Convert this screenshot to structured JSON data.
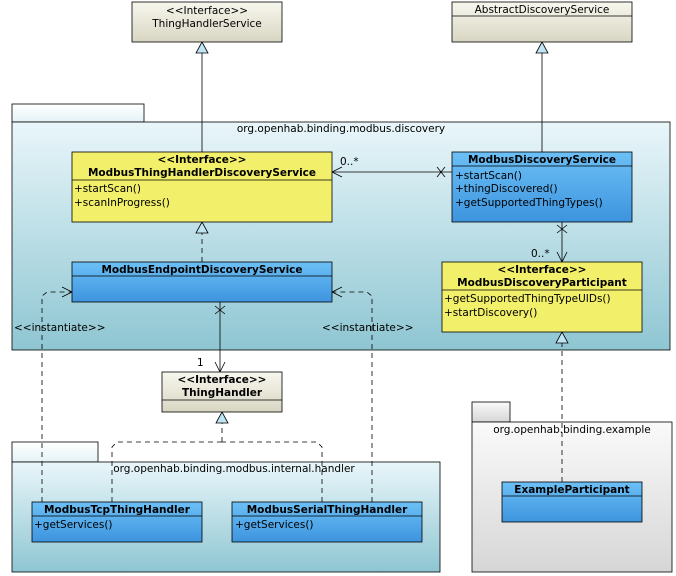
{
  "colors": {
    "yellow": "#f2ef6a",
    "blue": "#4ea8ea",
    "interface_gray": "#ecead8",
    "package_gradient_top": "#e9f6fa",
    "package_gradient_bottom": "#8ec6d2",
    "gray_package_top": "#fafafa",
    "gray_package_bottom": "#d6d6d6",
    "arrow_head_fill": "#bfe5f3"
  },
  "packages": {
    "discovery": {
      "label": "org.openhab.binding.modbus.discovery"
    },
    "handler": {
      "label": "org.openhab.binding.modbus.internal.handler"
    },
    "example": {
      "label": "org.openhab.binding.example"
    }
  },
  "classes": {
    "thing_handler_service": {
      "stereotype": "<<Interface>>",
      "name": "ThingHandlerService",
      "methods": []
    },
    "abstract_discovery_service": {
      "stereotype": "",
      "name": "AbstractDiscoveryService",
      "methods": []
    },
    "modbus_thing_handler_discovery_service": {
      "stereotype": "<<Interface>>",
      "name": "ModbusThingHandlerDiscoveryService",
      "methods": [
        "+startScan()",
        "+scanInProgress()"
      ]
    },
    "modbus_discovery_service": {
      "stereotype": "",
      "name": "ModbusDiscoveryService",
      "methods": [
        "+startScan()",
        "+thingDiscovered()",
        "+getSupportedThingTypes()"
      ]
    },
    "modbus_endpoint_discovery_service": {
      "stereotype": "",
      "name": "ModbusEndpointDiscoveryService",
      "methods": []
    },
    "modbus_discovery_participant": {
      "stereotype": "<<Interface>>",
      "name": "ModbusDiscoveryParticipant",
      "methods": [
        "+getSupportedThingTypeUIDs()",
        "+startDiscovery()"
      ]
    },
    "thing_handler": {
      "stereotype": "<<Interface>>",
      "name": "ThingHandler",
      "methods": []
    },
    "modbus_tcp_thing_handler": {
      "stereotype": "",
      "name": "ModbusTcpThingHandler",
      "methods": [
        "+getServices()"
      ]
    },
    "modbus_serial_thing_handler": {
      "stereotype": "",
      "name": "ModbusSerialThingHandler",
      "methods": [
        "+getServices()"
      ]
    },
    "example_participant": {
      "stereotype": "",
      "name": "ExampleParticipant",
      "methods": []
    }
  },
  "labels": {
    "mult_zero_many_1": "0..*",
    "mult_zero_many_2": "0..*",
    "mult_one": "1",
    "instantiate_left": "<<instantiate>>",
    "instantiate_right": "<<instantiate>>"
  }
}
